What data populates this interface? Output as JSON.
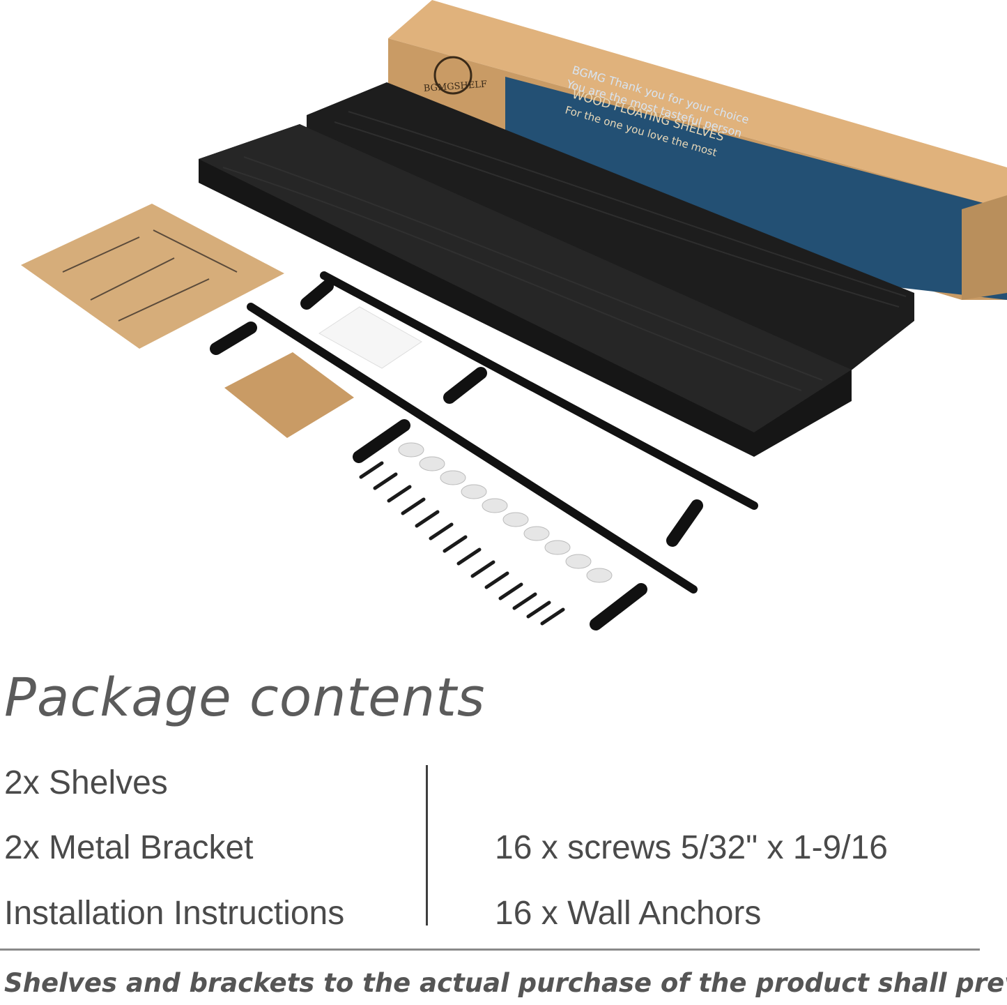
{
  "photo": {
    "box_logo": "BGMGSHELF",
    "box_thanks": "BGMG Thank you for your choice",
    "box_tasteful": "You are the most tasteful person",
    "box_product": "WOOD FLOATING SHELVES",
    "box_tagline": "For the one you love the most"
  },
  "heading": "Package contents",
  "left_items": [
    "2x Shelves",
    "2x Metal Bracket",
    "Installation Instructions"
  ],
  "right_items": [
    "16 x screws 5/32\" x 1-9/16",
    "16 x Wall Anchors"
  ],
  "footnote": "Shelves and brackets to the actual purchase of the product shall prevail",
  "colors": {
    "shelf": "#141414",
    "box": "#c8a06a",
    "box_band": "#255277",
    "text": "#4a4a4a"
  }
}
